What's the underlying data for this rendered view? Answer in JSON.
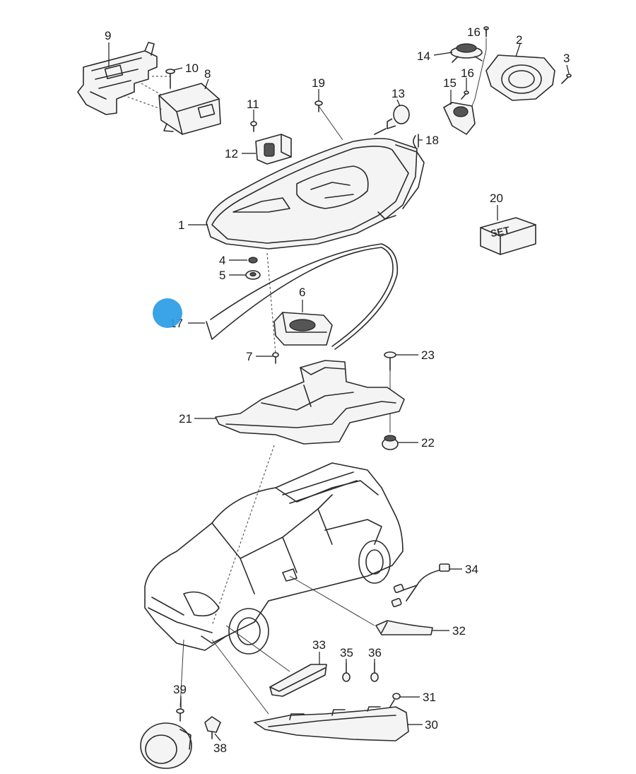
{
  "callouts": [
    {
      "id": "1",
      "label": "1"
    },
    {
      "id": "2",
      "label": "2"
    },
    {
      "id": "3",
      "label": "3"
    },
    {
      "id": "4",
      "label": "4"
    },
    {
      "id": "5",
      "label": "5"
    },
    {
      "id": "6",
      "label": "6"
    },
    {
      "id": "7",
      "label": "7"
    },
    {
      "id": "8",
      "label": "8"
    },
    {
      "id": "9",
      "label": "9"
    },
    {
      "id": "10",
      "label": "10"
    },
    {
      "id": "11",
      "label": "11"
    },
    {
      "id": "12",
      "label": "12"
    },
    {
      "id": "13",
      "label": "13"
    },
    {
      "id": "14",
      "label": "14"
    },
    {
      "id": "15",
      "label": "15"
    },
    {
      "id": "16a",
      "label": "16"
    },
    {
      "id": "16b",
      "label": "16"
    },
    {
      "id": "17",
      "label": "17"
    },
    {
      "id": "18",
      "label": "18"
    },
    {
      "id": "19",
      "label": "19"
    },
    {
      "id": "20",
      "label": "20"
    },
    {
      "id": "21",
      "label": "21"
    },
    {
      "id": "22",
      "label": "22"
    },
    {
      "id": "23",
      "label": "23"
    },
    {
      "id": "30",
      "label": "30"
    },
    {
      "id": "31",
      "label": "31"
    },
    {
      "id": "32",
      "label": "32"
    },
    {
      "id": "33",
      "label": "33"
    },
    {
      "id": "34",
      "label": "34"
    },
    {
      "id": "35",
      "label": "35"
    },
    {
      "id": "36",
      "label": "36"
    },
    {
      "id": "38",
      "label": "38"
    },
    {
      "id": "39",
      "label": "39"
    }
  ],
  "set_box_label": "SET",
  "colors": {
    "line": "#2b2b2b",
    "cursor": "#2a9be6",
    "background": "#ffffff"
  },
  "icons": {
    "cursor": "pointer-dot-icon"
  }
}
